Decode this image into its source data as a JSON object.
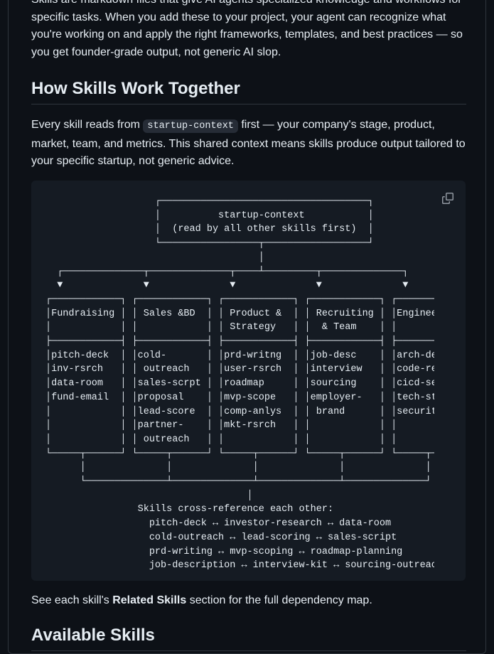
{
  "intro": {
    "text": "Skills are markdown files that give AI agents specialized knowledge and workflows for specific tasks. When you add these to your project, your agent can recognize what you're working on and apply the right frameworks, templates, and best practices — so you get founder-grade output, not generic AI slop."
  },
  "how_section": {
    "heading": "How Skills Work Together",
    "para_before": "Every skill reads from ",
    "code": "startup-context",
    "para_after": " first — your company's stage, product, market, team, and metrics. This shared context means skills produce output tailored to your specific startup, not generic advice."
  },
  "diagram": {
    "text": "                   ┌────────────────────────────────────┐\n                   │          startup-context           │\n                   │  (read by all other skills first)  │\n                   └─────────────────┬──────────────────┘\n                                     │\n  ┌──────────────┬──────────────┬────┴─────────┬──────────────┐\n  ▼              ▼              ▼              ▼              ▼\n┌────────────┐ ┌────────────┐ ┌────────────┐ ┌────────────┐ ┌────────────┐\n│Fundraising │ │ Sales &BD  │ │ Product &  │ │ Recruiting │ │Engineering │\n│            │ │            │ │ Strategy   │ │  & Team    │ │            │\n├────────────┤ ├────────────┤ ├────────────┤ ├────────────┤ ├────────────┤\n│pitch-deck  │ │cold-       │ │prd-writng  │ │job-desc    │ │arch-design │\n│inv-rsrch   │ │ outreach   │ │user-rsrch  │ │interview   │ │code-review │\n│data-room   │ │sales-scrpt │ │roadmap     │ │sourcing    │ │cicd-setup  │\n│fund-email  │ │proposal    │ │mvp-scope   │ │employer-   │ │tech-stack  │\n│            │ │lead-score  │ │comp-anlys  │ │ brand      │ │security    │\n│            │ │partner-    │ │mkt-rsrch   │ │            │ │            │\n│            │ │ outreach   │ │            │ │            │ │            │\n└─────┬──────┘ └─────┬──────┘ └─────┬──────┘ └─────┬──────┘ └─────┬──────┘\n      │              │              │              │              │\n      └──────────────┴──────────────┴──────────────┴──────────────┘\n                                   │\n                Skills cross-reference each other:\n                  pitch-deck ↔ investor-research ↔ data-room\n                  cold-outreach ↔ lead-scoring ↔ sales-script\n                  prd-writing ↔ mvp-scoping ↔ roadmap-planning\n                  job-description ↔ interview-kit ↔ sourcing-outreach"
  },
  "see_section": {
    "before": "See each skill's ",
    "bold": "Related Skills",
    "after": " section for the full dependency map."
  },
  "available": {
    "heading": "Available Skills"
  },
  "icons": {
    "copy": "copy-icon"
  },
  "colors": {
    "background": "#0d1117",
    "code_background": "#151b23",
    "text": "#e6edf3",
    "border": "#30363d"
  }
}
